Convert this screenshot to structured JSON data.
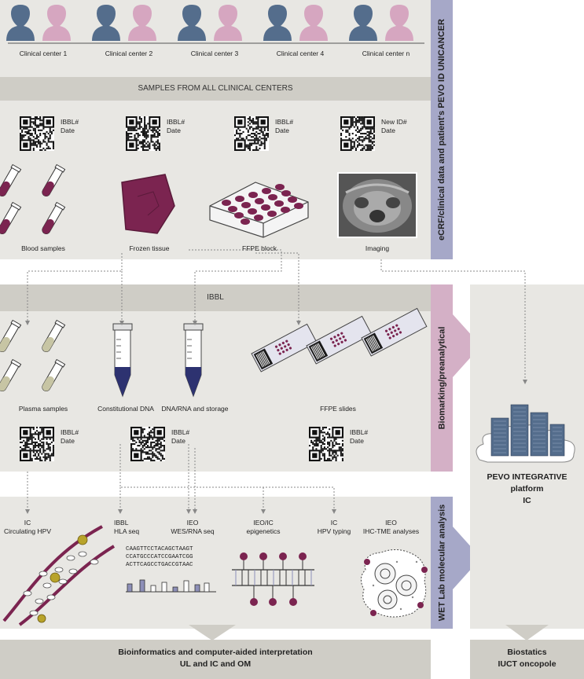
{
  "clinical_centers": [
    "Clinical center 1",
    "Clinical center 2",
    "Clinical center 3",
    "Clinical center 4",
    "Clinical center n"
  ],
  "samples_band": "SAMPLES FROM ALL CLINICAL CENTERS",
  "side_ecrf": "eCRF/clinical data and patient's PEVO ID UNICANCER",
  "qr_labels_top": [
    {
      "id": "IBBL#",
      "date": "Date"
    },
    {
      "id": "IBBL#",
      "date": "Date"
    },
    {
      "id": "IBBL#",
      "date": "Date"
    },
    {
      "id": "New ID#",
      "date": "Date"
    }
  ],
  "samples": [
    "Blood samples",
    "Frozen tissue",
    "FFPE block",
    "Imaging"
  ],
  "ibbl_band": "IBBL",
  "side_biomarking": "Biomarking/preanalytical",
  "ibbl_items": [
    "Plasma samples",
    "Constitutional DNA",
    "DNA/RNA and storage",
    "FFPE slides"
  ],
  "qr_labels_mid": [
    {
      "id": "IBBL#",
      "date": "Date"
    },
    {
      "id": "IBBL#",
      "date": "Date"
    },
    {
      "id": "IBBL#",
      "date": "Date"
    }
  ],
  "side_wetlab": "WET Lab molecular analysis",
  "analyses": [
    {
      "org": "IC",
      "name": "Circulating HPV"
    },
    {
      "org": "IBBL",
      "name": "HLA seq"
    },
    {
      "org": "IEO",
      "name": "WES/RNA seq"
    },
    {
      "org": "IEO/IC",
      "name": "epigenetics"
    },
    {
      "org": "IC",
      "name": "HPV typing"
    },
    {
      "org": "IEO",
      "name": "IHC-TME analyses"
    }
  ],
  "sequences": [
    "CAAGTTCCTACAGCTAAGT",
    "CCATGCCCATCCGAATCGG",
    "ACTTCAGCCTGACCGTAAC"
  ],
  "platform": {
    "line1": "PEVO INTEGRATIVE",
    "line2": "platform",
    "line3": "IC"
  },
  "footer_left": {
    "line1": "Bioinformatics and computer-aided interpretation",
    "line2": "UL and IC and OM"
  },
  "footer_right": {
    "line1": "Biostatics",
    "line2": "IUCT oncopole"
  },
  "colors": {
    "panel": "#e8e7e3",
    "band": "#cfcdc6",
    "purple": "#7b2450",
    "steel": "#546d8c",
    "pink": "#d6a6c0",
    "side_blue": "#a6a8c8",
    "side_pink": "#d4b0c6"
  }
}
